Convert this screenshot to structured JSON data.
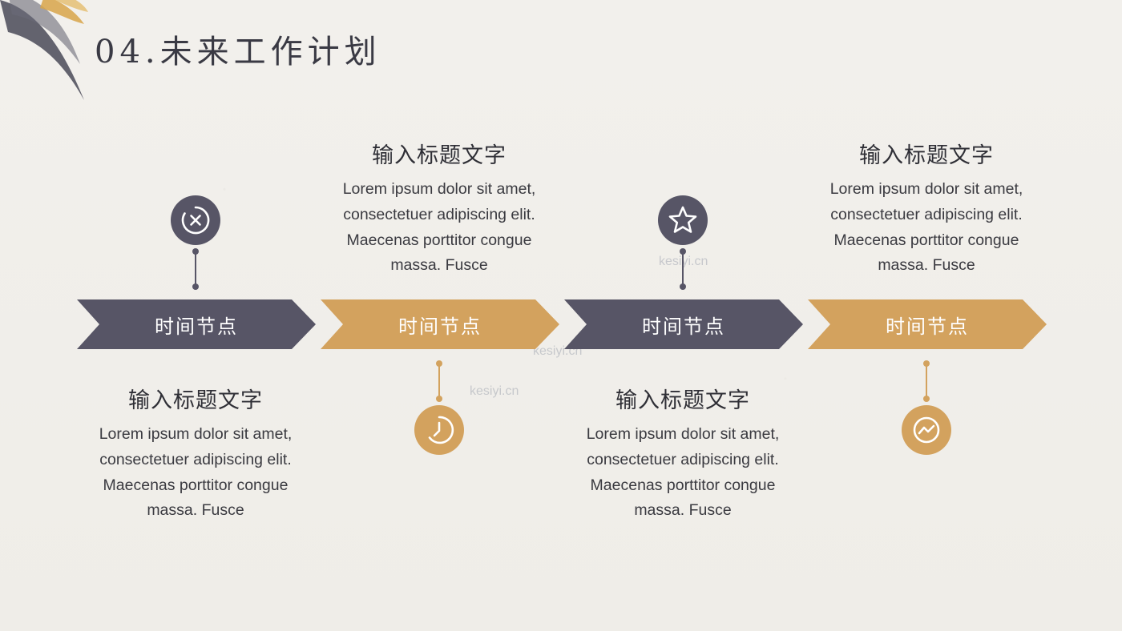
{
  "title": "04.未来工作计划",
  "colors": {
    "dark": "#575566",
    "gold": "#d3a25e"
  },
  "watermark": "kesiyi.cn",
  "timeline": [
    {
      "label": "时间节点",
      "color": "dark",
      "icon": "close-circle-icon",
      "icon_side": "top",
      "text_side": "bottom",
      "block_title": "输入标题文字",
      "block_lines": [
        "Lorem ipsum dolor sit amet,",
        "consectetuer adipiscing elit.",
        "Maecenas porttitor congue",
        "massa. Fusce"
      ]
    },
    {
      "label": "时间节点",
      "color": "gold",
      "icon": "clock-icon",
      "icon_side": "bottom",
      "text_side": "top",
      "block_title": "输入标题文字",
      "block_lines": [
        "Lorem ipsum dolor sit amet,",
        "consectetuer adipiscing elit.",
        "Maecenas porttitor congue",
        "massa. Fusce"
      ]
    },
    {
      "label": "时间节点",
      "color": "dark",
      "icon": "star-icon",
      "icon_side": "top",
      "text_side": "bottom",
      "block_title": "输入标题文字",
      "block_lines": [
        "Lorem ipsum dolor sit amet,",
        "consectetuer adipiscing elit.",
        "Maecenas porttitor congue",
        "massa. Fusce"
      ]
    },
    {
      "label": "时间节点",
      "color": "gold",
      "icon": "trend-chart-icon",
      "icon_side": "bottom",
      "text_side": "top",
      "block_title": "输入标题文字",
      "block_lines": [
        "Lorem ipsum dolor sit amet,",
        "consectetuer adipiscing elit.",
        "Maecenas porttitor congue",
        "massa. Fusce"
      ]
    }
  ]
}
